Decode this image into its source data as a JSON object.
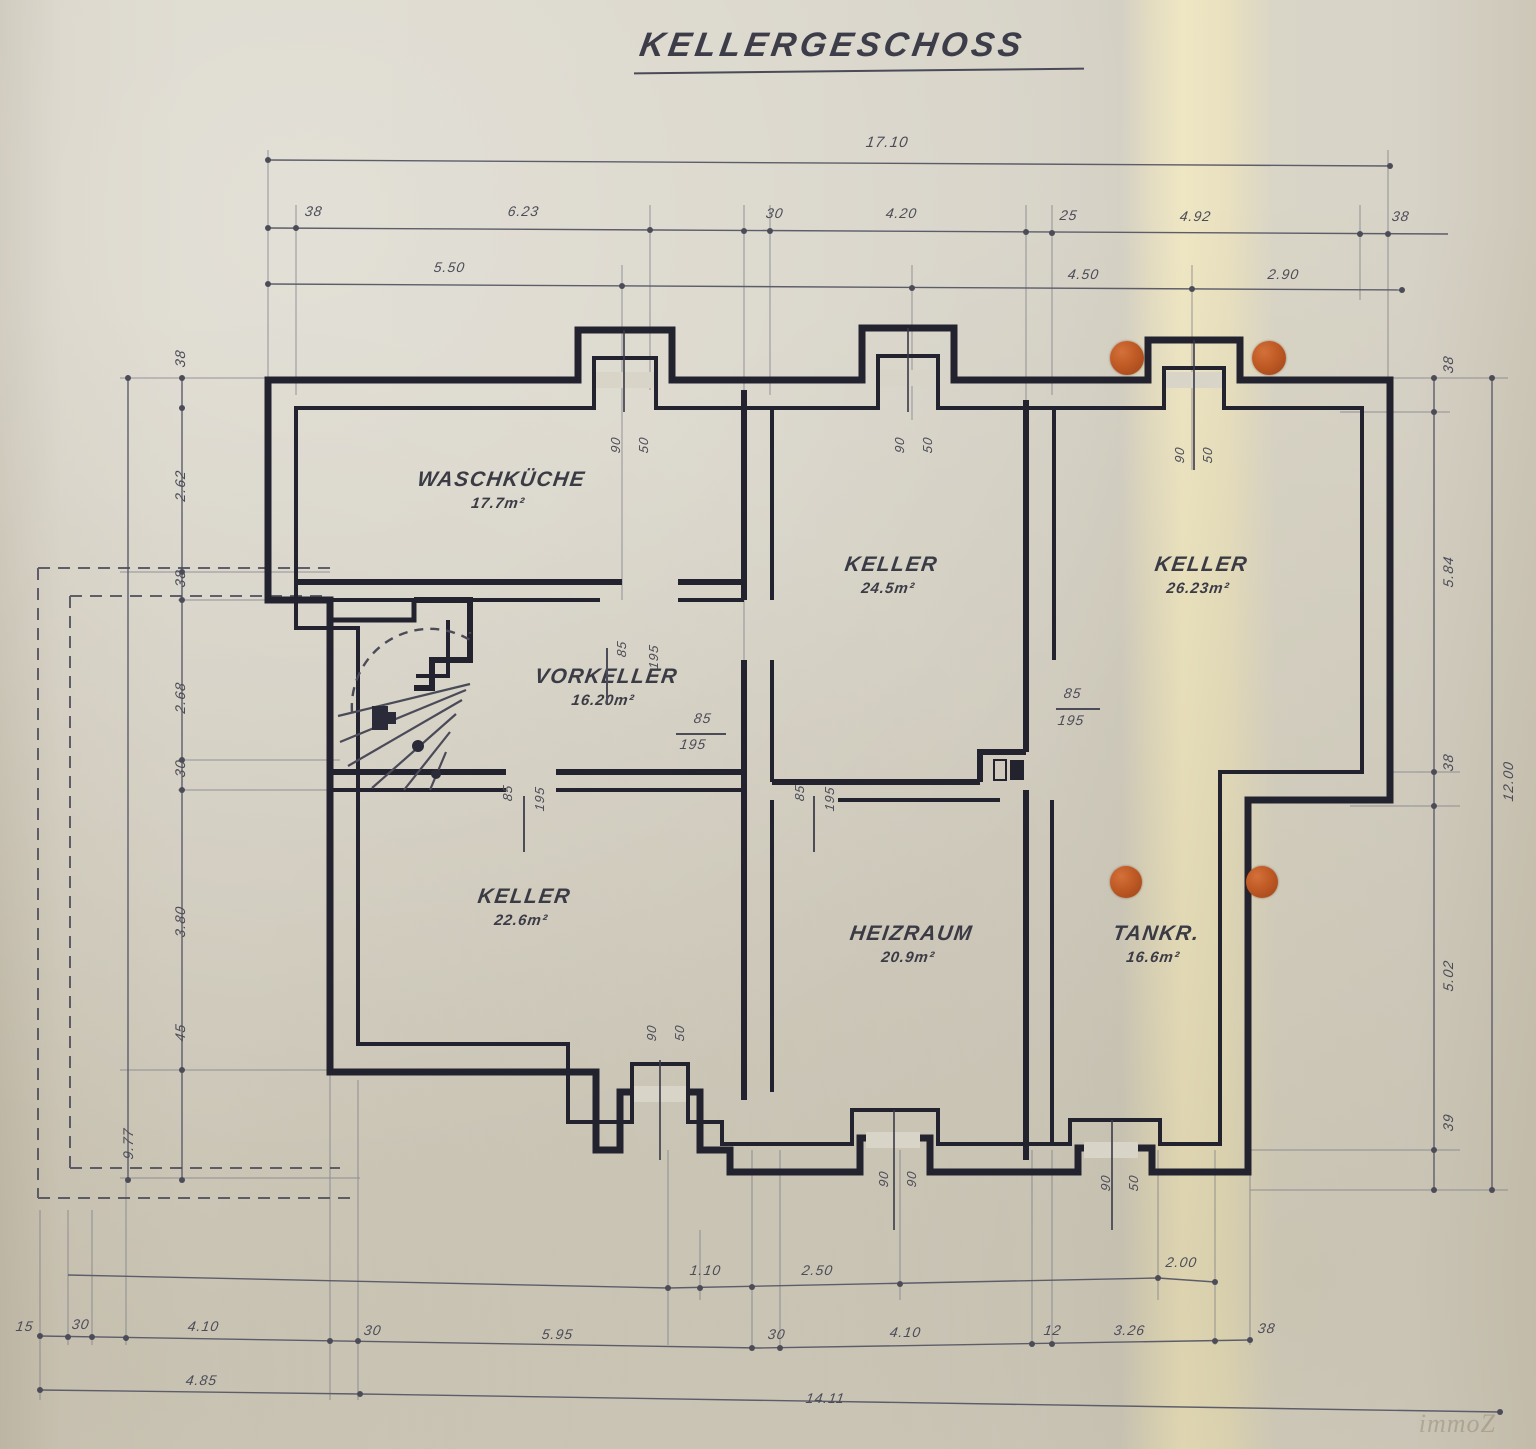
{
  "drawing": {
    "title": "KELLERGESCHOSS",
    "watermark": "immoZ"
  },
  "rooms": [
    {
      "id": "waschkueche",
      "name": "WASCHKÜCHE",
      "area": "17.7m²"
    },
    {
      "id": "keller_mitte_oben",
      "name": "KELLER",
      "area": "24.5m²"
    },
    {
      "id": "keller_rechts_oben",
      "name": "KELLER",
      "area": "26.23m²"
    },
    {
      "id": "vorkeller",
      "name": "VORKELLER",
      "area": "16.20m²"
    },
    {
      "id": "keller_unten_links",
      "name": "KELLER",
      "area": "22.6m²"
    },
    {
      "id": "heizraum",
      "name": "HEIZRAUM",
      "area": "20.9m²"
    },
    {
      "id": "tankraum",
      "name": "TANKR.",
      "area": "16.6m²"
    }
  ],
  "dimensions": {
    "top_overall": "17.10",
    "top_chain": [
      "38",
      "6.23",
      "30",
      "4.20",
      "25",
      "4.92",
      "38"
    ],
    "top_secondary": [
      "5.50",
      "4.50",
      "2.90"
    ],
    "left_chain": [
      "38",
      "2.62",
      "38",
      "2.68",
      "30",
      "3.80",
      "45"
    ],
    "left_overall": "9.77",
    "right_chain": [
      "38",
      "5.84",
      "38",
      "5.02",
      "39"
    ],
    "right_overall": "12.00",
    "bottom_chain": [
      "15",
      "30",
      "4.10",
      "30",
      "5.95",
      "30",
      "4.10",
      "12",
      "3.26",
      "38"
    ],
    "bottom_secondary": [
      "1.10",
      "2.50",
      "2.00"
    ],
    "bottom_overall_left": "4.85",
    "bottom_overall": "14.11"
  },
  "openings": [
    {
      "id": "win-waschkueche",
      "label_w": "90",
      "label_h": "50"
    },
    {
      "id": "win-keller-mitte",
      "label_w": "90",
      "label_h": "50"
    },
    {
      "id": "win-keller-rechts",
      "label_w": "90",
      "label_h": "50"
    },
    {
      "id": "win-keller-unten",
      "label_w": "90",
      "label_h": "50"
    },
    {
      "id": "win-heizraum",
      "label_w": "90",
      "label_h": "90"
    },
    {
      "id": "win-tankraum",
      "label_w": "90",
      "label_h": "50"
    },
    {
      "id": "door-waschkueche",
      "label_w": "85",
      "label_h": "195"
    },
    {
      "id": "door-vorkeller-keller",
      "label_w": "85",
      "label_h": "195"
    },
    {
      "id": "door-vorkeller-unten",
      "label_w": "85",
      "label_h": "195"
    },
    {
      "id": "door-heizraum",
      "label_w": "85",
      "label_h": "195"
    },
    {
      "id": "door-keller-rechts",
      "label_w": "85",
      "label_h": "195"
    }
  ],
  "colors": {
    "paper": "#d8d4c8",
    "wall_ink": "#2c2c3c",
    "dim_ink": "#4c4c58",
    "stamp": "#bf5a25"
  }
}
